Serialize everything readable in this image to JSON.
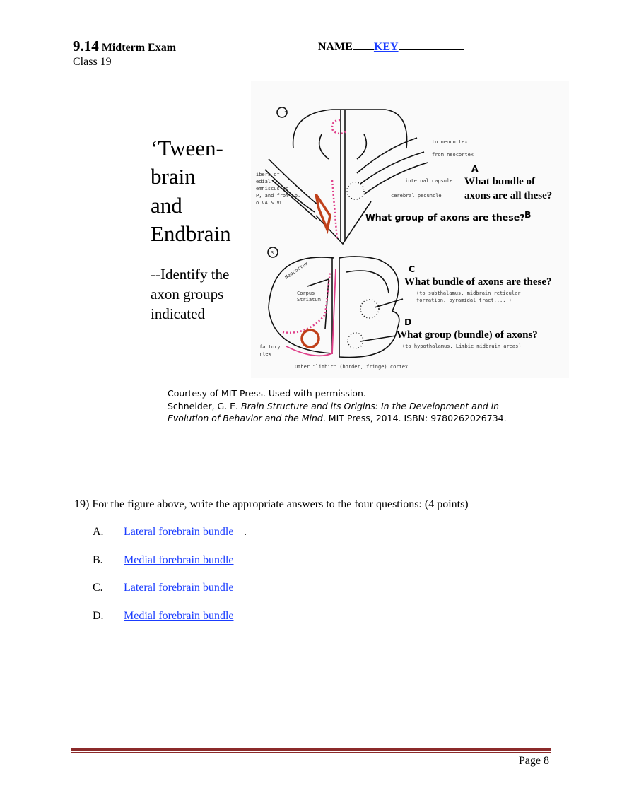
{
  "header": {
    "course_number": "9.14",
    "course_title": "Midterm Exam",
    "class": "Class 19",
    "name_label": "NAME",
    "name_value": "KEY"
  },
  "figure": {
    "title_lines": [
      "‘Tween-",
      "brain",
      "and",
      "Endbrain"
    ],
    "instruction_lines": [
      "--Identify the",
      "axon groups",
      "indicated"
    ],
    "panel1": {
      "number": "1",
      "to_neocortex": "to neocortex",
      "from_neocortex": "from neocortex",
      "internal_capsule": "internal capsule",
      "cerebral_peduncle": "cerebral peduncle",
      "left_note": [
        "ibers of",
        "edial",
        "emniscus to",
        "P, and from Cb.",
        "o VA & VL."
      ],
      "label_a": "A",
      "question_a": [
        "What bundle  of",
        "axons  are all these?"
      ],
      "question_b": "What group of axons are these?",
      "label_b": "B"
    },
    "panel3": {
      "number": "3",
      "neocortex": "Neocortex",
      "corpus_striatum": [
        "Corpus",
        "Striatum"
      ],
      "olfactory": [
        "factory",
        "rtex"
      ],
      "limbic": "Other \"limbic\" (border, fringe) cortex",
      "label_c": "C",
      "question_c": "What bundle of axons are these?",
      "note_c": [
        "(to subthalamus, midbrain reticular",
        "formation, pyramidal tract.....)"
      ],
      "label_d": "D",
      "question_d": "What group (bundle) of axons?",
      "note_d": "(to hypothalamus, Limbic midbrain areas)"
    }
  },
  "caption": {
    "line1": "Courtesy of MIT Press. Used with permission.",
    "line2_pre": "Schneider, G. E. ",
    "line2_italic": "Brain Structure and its Origins: In the Development and in",
    "line3_italic": "Evolution of Behavior and the Mind",
    "line3_post": ". MIT Press, 2014. ISBN: 9780262026734."
  },
  "question": {
    "text": "19) For the figure above, write the appropriate answers to the four questions: (4 points)",
    "answers": [
      {
        "letter": "A.",
        "answer": "Lateral forebrain bundle",
        "suffix": " ."
      },
      {
        "letter": "B.",
        "answer": "Medial forebrain bundle"
      },
      {
        "letter": "C.",
        "answer": "Lateral forebrain bundle"
      },
      {
        "letter": "D.",
        "answer": "Medial forebrain bundle"
      }
    ]
  },
  "footer": {
    "page": "Page 8",
    "rule_color": "#8b2a2a"
  },
  "colors": {
    "answer": "#1a3cff",
    "highlight_pink": "#e0408a",
    "highlight_orange": "#c0401a"
  }
}
